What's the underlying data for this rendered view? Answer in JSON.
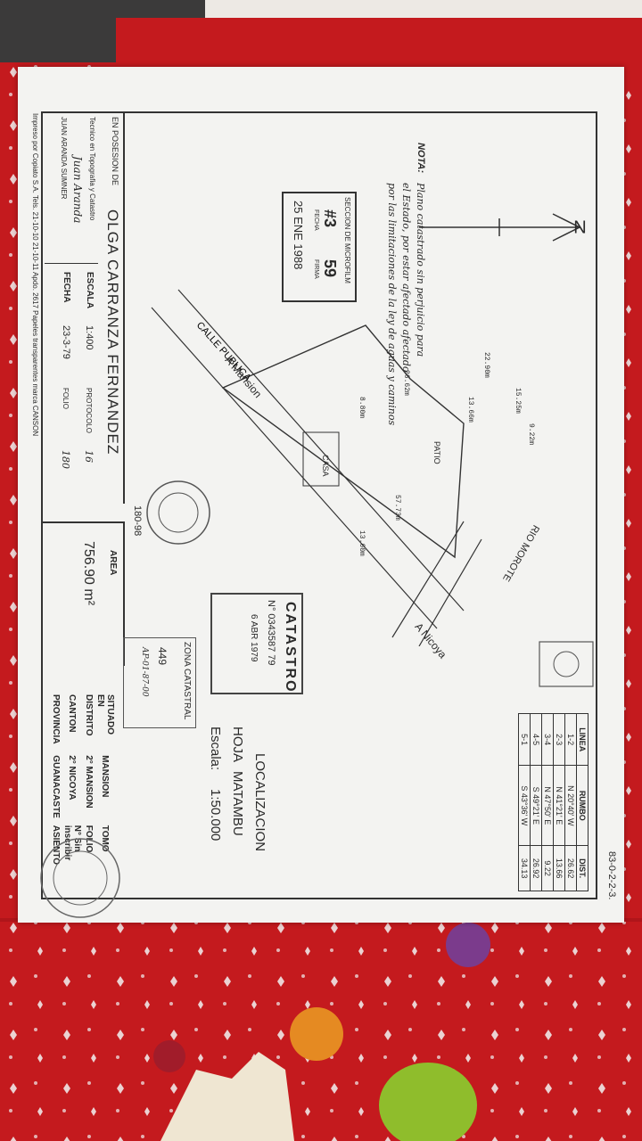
{
  "doc_ref": "83-0-2-2-3.",
  "north": "N",
  "microfilm": {
    "title": "SECCION DE MICROFILM",
    "rollo": "#3",
    "sub_label": "FECHA",
    "frame": "59",
    "firma": "FIRMA",
    "date": "25 ENE 1988"
  },
  "nota": {
    "label": "NOTA:",
    "lines": [
      "Plano catastrado sin perjuicio para",
      "el Estado, por estar afectado afectado",
      "por las limitaciones de la ley de aguas y caminos"
    ]
  },
  "owner": {
    "label": "EN POSESION DE",
    "name": "OLGA CARRANZA FERNANDEZ"
  },
  "tech": {
    "label": "Tecnico en Topografia y Catastro",
    "signature": "Juan Aranda",
    "name": "JUAN ARANDA SUMNER"
  },
  "scale_row": {
    "escala_label": "ESCALA",
    "escala_value": "1:400",
    "protocolo_label": "PROTOCOLO",
    "protocolo_value": "16"
  },
  "fecha_row": {
    "fecha_label": "FECHA",
    "fecha_value": "23-3-79",
    "folio_label": "FOLIO",
    "folio_value": "180"
  },
  "area": {
    "label": "AREA",
    "value": "756.90 m²"
  },
  "stamp_number": "180-98",
  "printer": "Impreso por Copiato S.A. Tels. 21-10-10 21-10-11 Apdo. 2617 Papeles transparentes marca CANSON",
  "sketch": {
    "calle": "CALLE PUBLICA",
    "mansion": "A Mansion",
    "nicoya": "A Nicoya",
    "rio": "RIO MOROTE",
    "patio": "PATIO",
    "casa": "CASA",
    "dims": [
      "22.90m",
      "13.66m",
      "9.22m",
      "15.25m",
      "26.62m",
      "8.80m",
      "13.60m",
      "57.73m"
    ]
  },
  "catastro": {
    "title": "CATASTRO",
    "number": "N° 0343587 79",
    "date": "6 ABR 1979"
  },
  "localizacion": {
    "title": "LOCALIZACION",
    "hoja_label": "HOJA",
    "hoja_value": "MATAMBU",
    "escala_label": "Escala:",
    "escala_value": "1:50.000"
  },
  "zona": {
    "title": "ZONA CATASTRAL",
    "value": "449",
    "value2": "AP-01-87-00"
  },
  "bearing": {
    "headers": [
      "LINEA",
      "RUMBO",
      "DIST."
    ],
    "rows": [
      [
        "1-2",
        "N 20°40' W",
        "26.62"
      ],
      [
        "2-3",
        "N 41°21' E",
        "13.66"
      ],
      [
        "3-4",
        "N 47°50' E",
        "9.22"
      ],
      [
        "4-5",
        "S 49°21' E",
        "26.92"
      ],
      [
        "5-1",
        "S 43°36' W",
        "34.13"
      ]
    ]
  },
  "location": {
    "rows": [
      [
        "SITUADO EN",
        "MANSION",
        "TOMO",
        ""
      ],
      [
        "DISTRITO",
        "2° MANSION",
        "FOLIO",
        ""
      ],
      [
        "CANTON",
        "2° NICOYA",
        "N° Sin inscribir",
        ""
      ],
      [
        "PROVINCIA",
        "GUANACASTE",
        "ASIENTO",
        ""
      ]
    ]
  }
}
